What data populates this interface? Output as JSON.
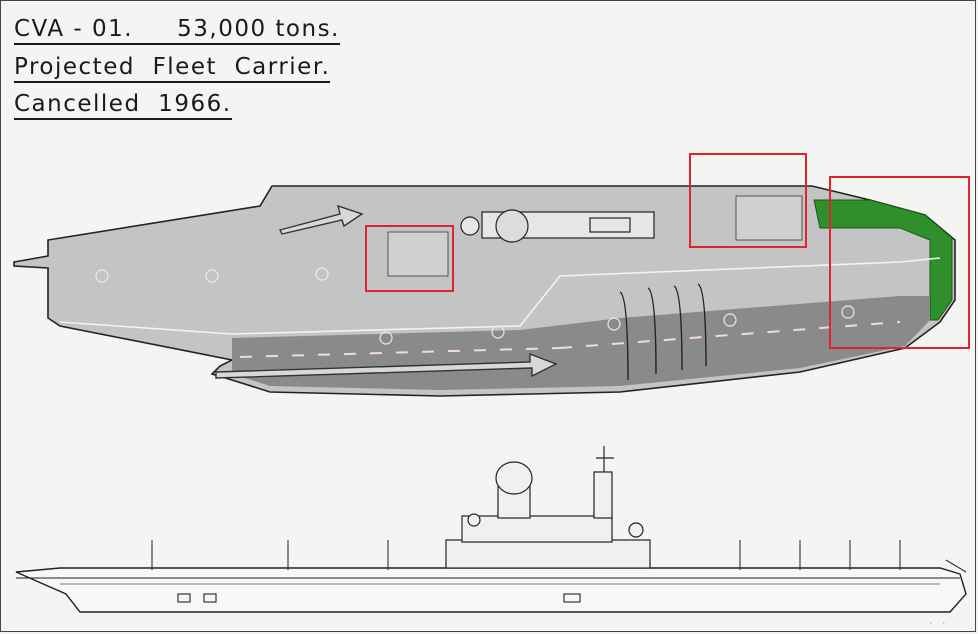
{
  "header": {
    "line1": "CVA - 01.     53,000 tons.",
    "line2": "Projected  Fleet  Carrier.",
    "line3": "Cancelled  1966."
  },
  "colors": {
    "deck": "#c4c4c4",
    "landing_strip": "#8a8a8a",
    "bow_highlight": "#2f8f2b",
    "highlight_box": "#e0232f",
    "ink": "#1a1a1a"
  },
  "watermark": "·    ·"
}
